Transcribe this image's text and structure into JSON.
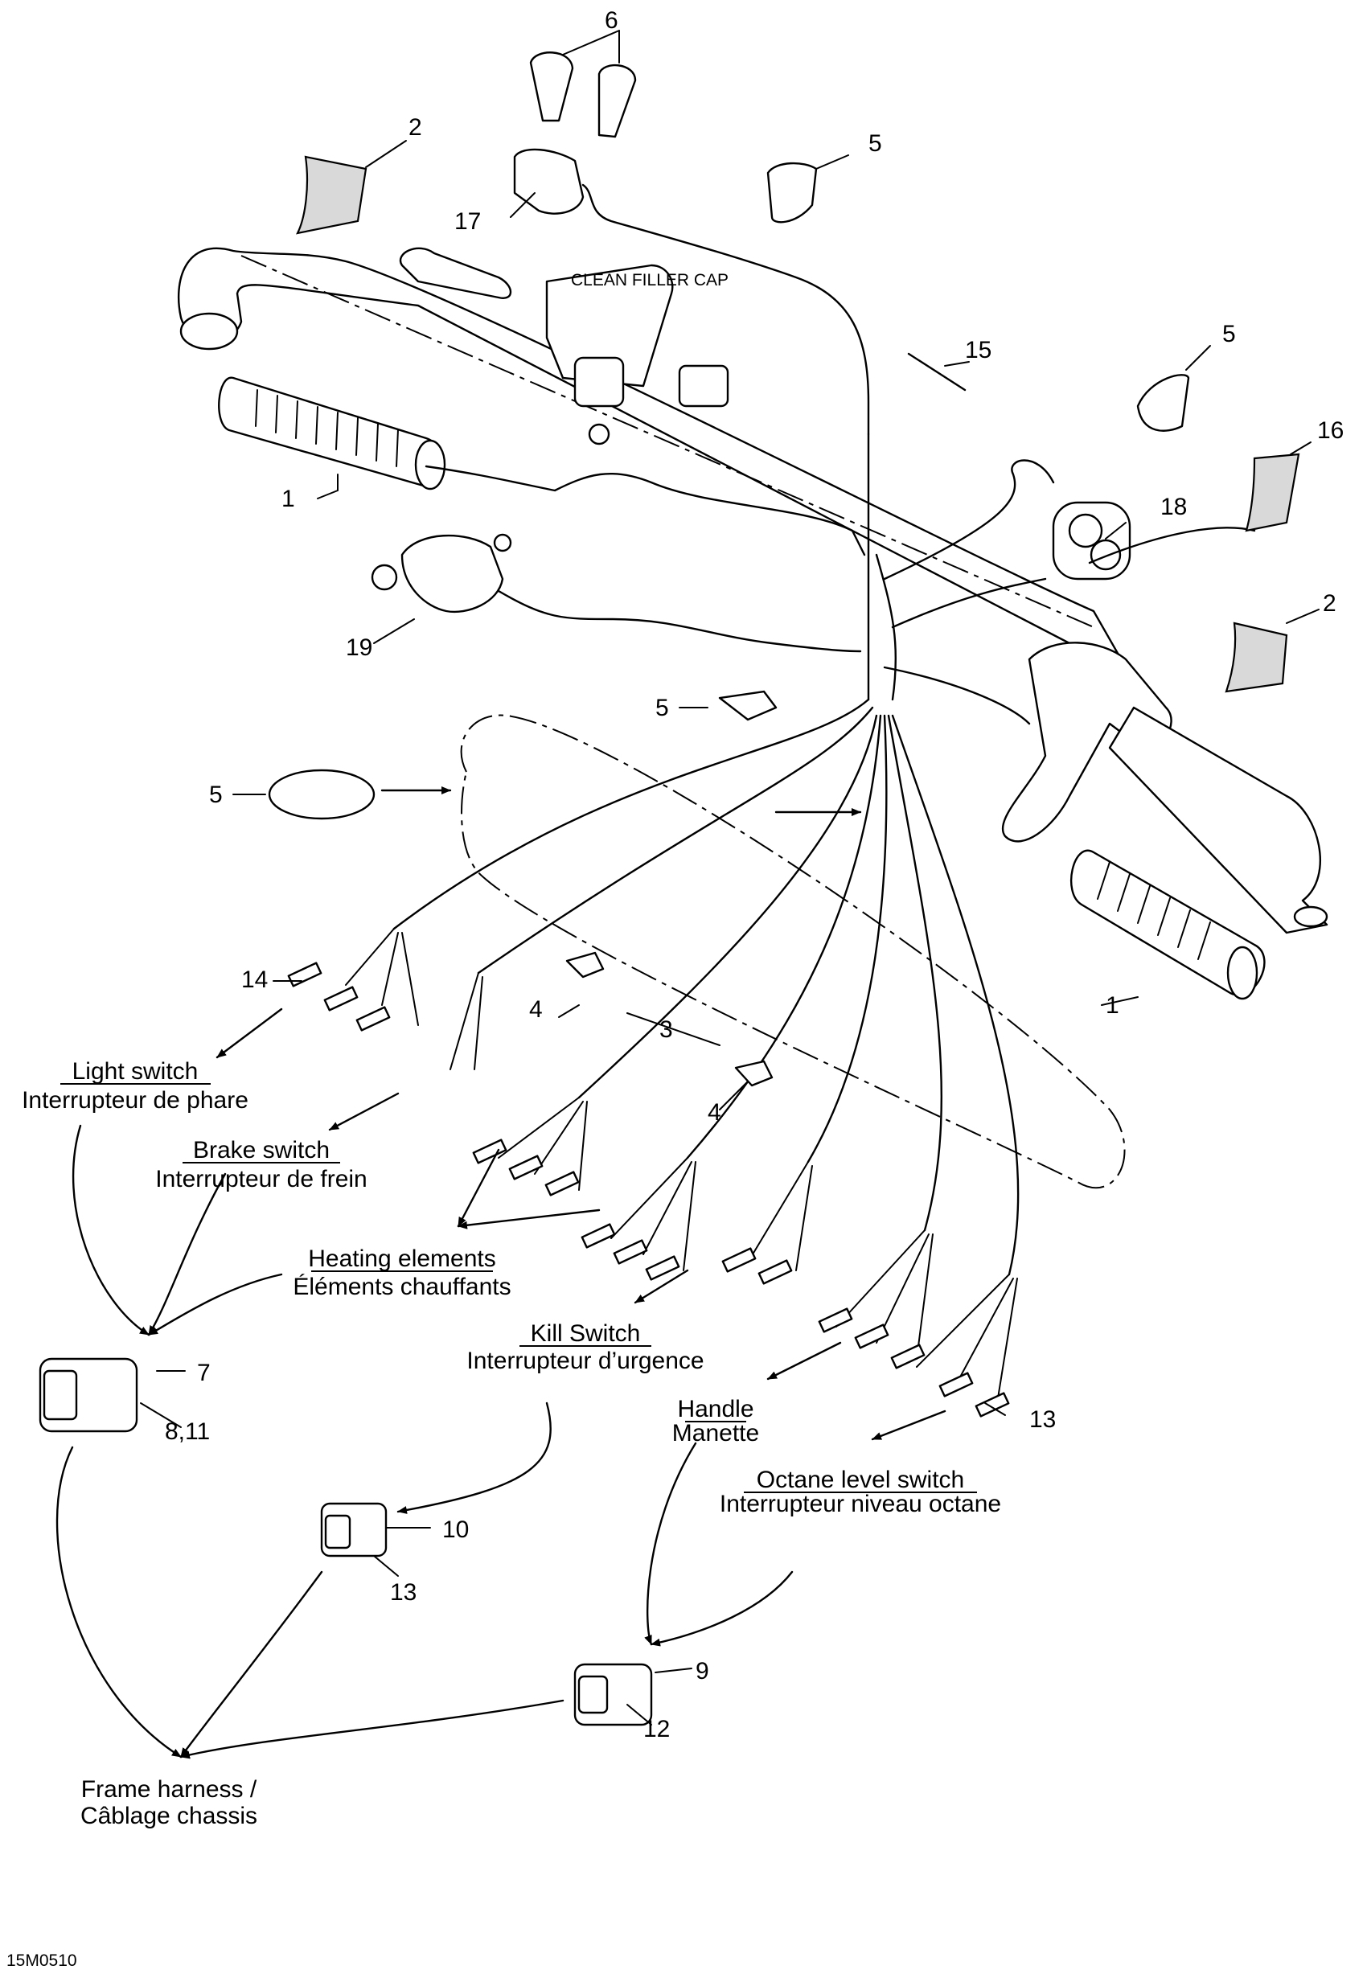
{
  "callouts": {
    "c1a": "1",
    "c1b": "1",
    "c2a": "2",
    "c2b": "2",
    "c3": "3",
    "c4a": "4",
    "c4b": "4",
    "c5a": "5",
    "c5b": "5",
    "c5c": "5",
    "c5d": "5",
    "c6": "6",
    "c7": "7",
    "c8_11": "8,11",
    "c9": "9",
    "c10": "10",
    "c12": "12",
    "c13a": "13",
    "c13b": "13",
    "c14": "14",
    "c15": "15",
    "c16": "16",
    "c17": "17",
    "c18": "18",
    "c19": "19"
  },
  "labels": {
    "light_switch_en": "Light switch",
    "light_switch_fr": "Interrupteur de phare",
    "brake_switch_en": "Brake switch",
    "brake_switch_fr": "Interrupteur de frein",
    "heating_en": "Heating elements",
    "heating_fr": "Éléments chauffants",
    "kill_en": "Kill Switch",
    "kill_fr": "Interrupteur d’urgence",
    "handle_en": "Handle",
    "handle_fr": "Manette",
    "octane_en": "Octane level switch",
    "octane_fr": "Interrupteur niveau octane",
    "frame_en": "Frame harness /",
    "frame_fr": "Câblage chassis"
  },
  "figure_code": "15M0510"
}
